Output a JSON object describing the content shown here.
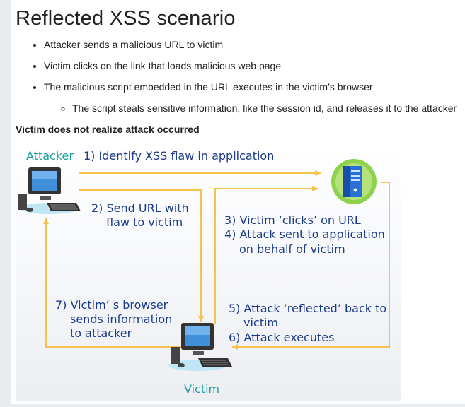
{
  "title": "Reflected XSS scenario",
  "bullets": [
    "Attacker sends a malicious URL to victim",
    "Victim clicks on the link that loads malicious web page",
    "The malicious script embedded in the URL executes in the victim’s browser"
  ],
  "sub_bullets": [
    "The script steals sensitive information, like the session id, and releases it to the attacker"
  ],
  "note": "Victim does not realize attack occurred",
  "diagram": {
    "attacker_label": "Attacker",
    "victim_label": "Victim",
    "step1": "1) Identify XSS flaw in application",
    "step2_line1": "2) Send URL with",
    "step2_line2": "flaw to victim",
    "step3": "3) Victim ‘clicks’ on URL",
    "step4_line1": "4) Attack sent to application",
    "step4_line2": "on behalf of victim",
    "step5_line1": "5) Attack ‘reflected’ back to",
    "step5_line2": "victim",
    "step6": "6) Attack executes",
    "step7_line1": "7) Victim’ s browser",
    "step7_line2": "sends information",
    "step7_line3": "to attacker",
    "arrow_color": "#f7c24a",
    "label_color": "#1b3a8a",
    "role_label_color": "#1aa0a0"
  }
}
